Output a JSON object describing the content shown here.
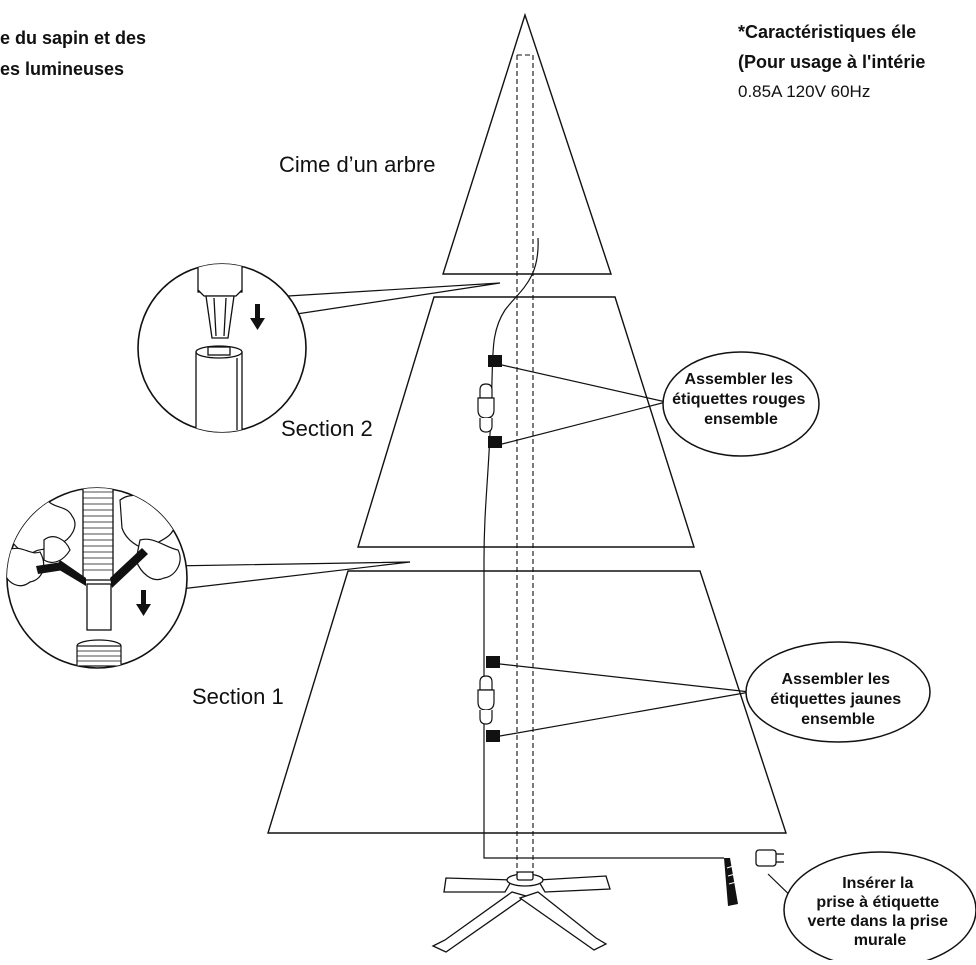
{
  "header_left": {
    "line1": "e du sapin et des",
    "line2": "es lumineuses"
  },
  "header_right": {
    "line1": "*Caractéristiques éle",
    "line2": "(Pour usage à l'intérie",
    "line3": "0.85A 120V 60Hz"
  },
  "labels": {
    "top": "Cime d’un arbre",
    "section2": "Section 2",
    "section1": "Section 1"
  },
  "callouts": {
    "red": [
      "Assembler les",
      "étiquettes rouges",
      "ensemble"
    ],
    "yellow": [
      "Assembler les",
      "étiquettes jaunes",
      "ensemble"
    ],
    "plug": [
      "Insérer la",
      "prise à étiquette",
      "verte dans la prise",
      "murale"
    ]
  }
}
